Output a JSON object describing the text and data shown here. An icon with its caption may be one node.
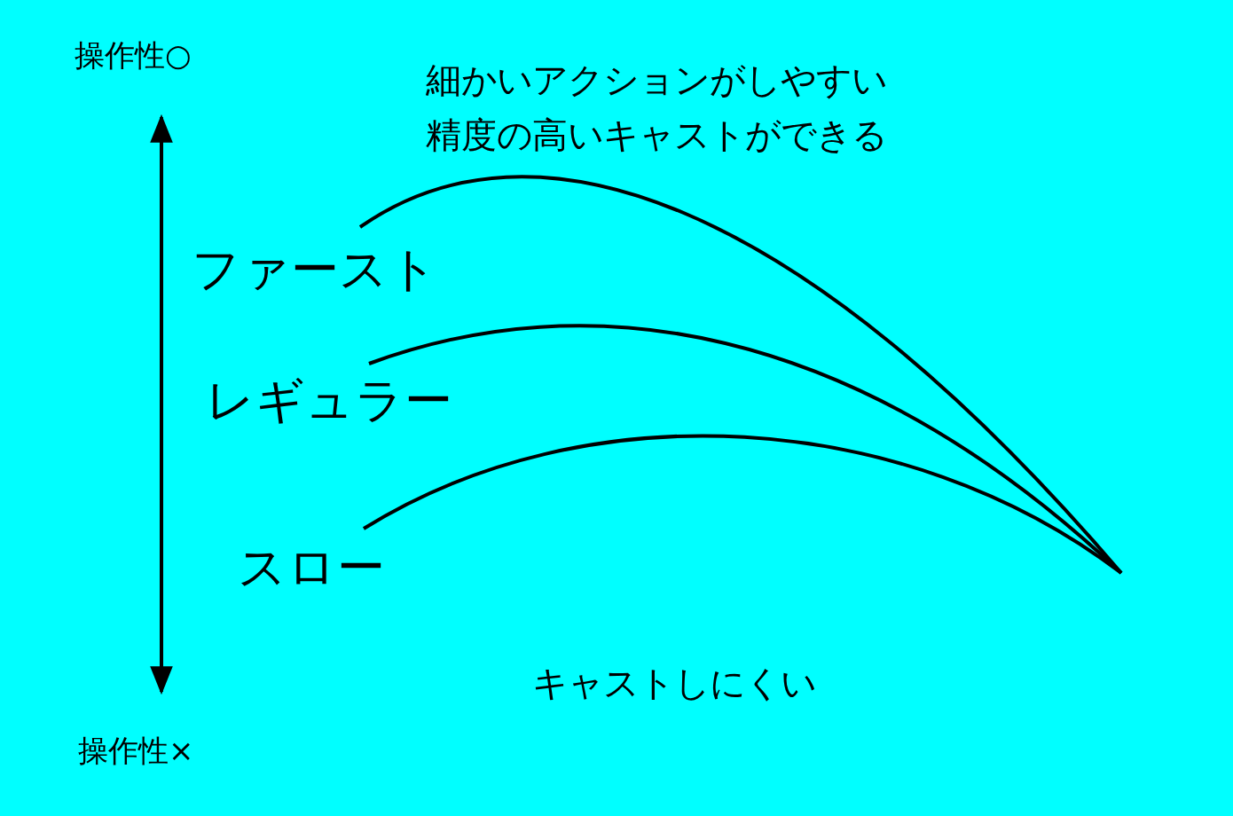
{
  "diagram": {
    "nodes": [
      {
        "text": [
          "操作性○"
        ]
      },
      {
        "text": [
          "操作性×"
        ]
      }
    ],
    "edges": [
      {
        "from": 0,
        "to": 1,
        "arrow": "both"
      }
    ],
    "labels": [
      "細かいアクションがしやすい",
      "精度の高いキャストができる",
      "ファースト",
      "レギュラー",
      "スロー",
      "キャストしにくい"
    ]
  }
}
